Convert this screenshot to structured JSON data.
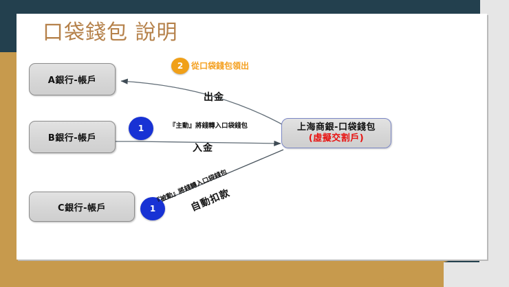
{
  "slide": {
    "title": "口袋錢包 說明",
    "title_color": "#b5814a",
    "background": "#ffffff",
    "frame_navy_color": "#23404e",
    "frame_gold_color": "#c79a4d"
  },
  "boxes": {
    "bank_a": {
      "label": "A銀行-帳戶"
    },
    "bank_b": {
      "label": "B銀行-帳戶"
    },
    "bank_c": {
      "label": "C銀行-帳戶"
    },
    "wallet": {
      "line1": "上海商銀-口袋錢包",
      "line2": "(虛擬交割戶)",
      "line1_color": "#111111",
      "line2_color": "#e8110f",
      "border_color": "#7a86c4"
    }
  },
  "badges": {
    "step2_out": {
      "number": "2",
      "color": "#f0a019"
    },
    "step1_in": {
      "number": "1",
      "color": "#1832d4"
    },
    "step1_auto": {
      "number": "1",
      "color": "#1832d4"
    }
  },
  "labels": {
    "withdraw_caption": "從口袋錢包領出",
    "withdraw_title": "出金",
    "deposit_caption": "『主動』將錢轉入口袋錢包",
    "deposit_title": "入金",
    "auto_caption": "『被動』將錢轉入口袋錢包",
    "auto_title": "自動扣款"
  }
}
